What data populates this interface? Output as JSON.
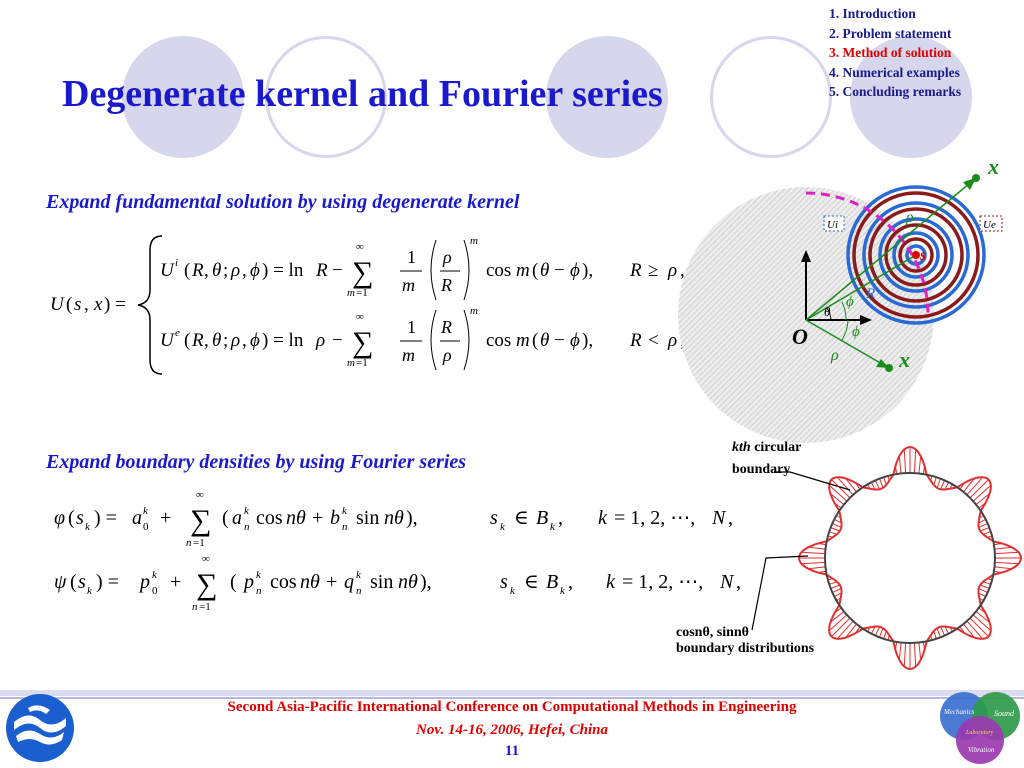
{
  "title": "Degenerate kernel and Fourier series",
  "outline": [
    {
      "label": "1. Introduction",
      "active": false
    },
    {
      "label": "2. Problem statement",
      "active": false
    },
    {
      "label": "3. Method of solution",
      "active": true
    },
    {
      "label": "4. Numerical examples",
      "active": false
    },
    {
      "label": "5. Concluding remarks",
      "active": false
    }
  ],
  "section1": "Expand fundamental solution by using degenerate kernel",
  "section2": "Expand boundary densities by using Fourier series",
  "eq_kernel": {
    "lhs": "U(s, x) =",
    "row1_lhs": "U i (R,θ; ρ,ϕ) = ln R −",
    "row1_rhs": "cos m(θ − ϕ),   R ≥ ρ,",
    "row2_lhs": "U e (R,θ; ρ,ϕ) = ln ρ −",
    "row2_rhs": "cos m(θ − ϕ),   R < ρ,"
  },
  "eq_fourier": {
    "phi": "φ(sk) = a0k + Σ (ank cos nθ + bnk sin nθ),   sk ∈ Bk,   k = 1, 2, ⋯, N,",
    "psi": "ψ(sk) = p0k + Σ (pnk cos nθ + qnk sin nθ),   sk ∈ Bk,   k = 1, 2, ⋯, N,"
  },
  "diagram1": {
    "labels": {
      "x_top": "x",
      "x_bottom": "x",
      "origin": "O",
      "s": "s",
      "R": "R",
      "rho_top": "ρ",
      "rho_bottom": "ρ",
      "theta": "θ",
      "phi1": "ϕ",
      "phi2": "ϕ",
      "ui": "Ui",
      "ue": "Ue"
    },
    "colors": {
      "dark_red": "#8b1a1a",
      "blue": "#2a6ad4",
      "magenta": "#e020c0",
      "green": "#1a8c1a",
      "gray": "#cfcfcf"
    }
  },
  "diagram2": {
    "caption_top": {
      "italic": "kth",
      "rest": " circular",
      "line2": "boundary"
    },
    "caption_bottom": {
      "line1": "cosnθ, sinnθ",
      "line2": "boundary distributions"
    },
    "colors": {
      "wave": "#e03030",
      "circle": "#444444"
    }
  },
  "footer": {
    "conference": "Second Asia-Pacific International Conference on Computational Methods in Engineering",
    "date_place": "Nov. 14-16, 2006, Hefei, China",
    "page": "11"
  },
  "logos": {
    "left": "university-logo",
    "right": {
      "m": "Mechanics",
      "s": "Sound",
      "l": "Laboratory",
      "v": "Vibration"
    }
  }
}
